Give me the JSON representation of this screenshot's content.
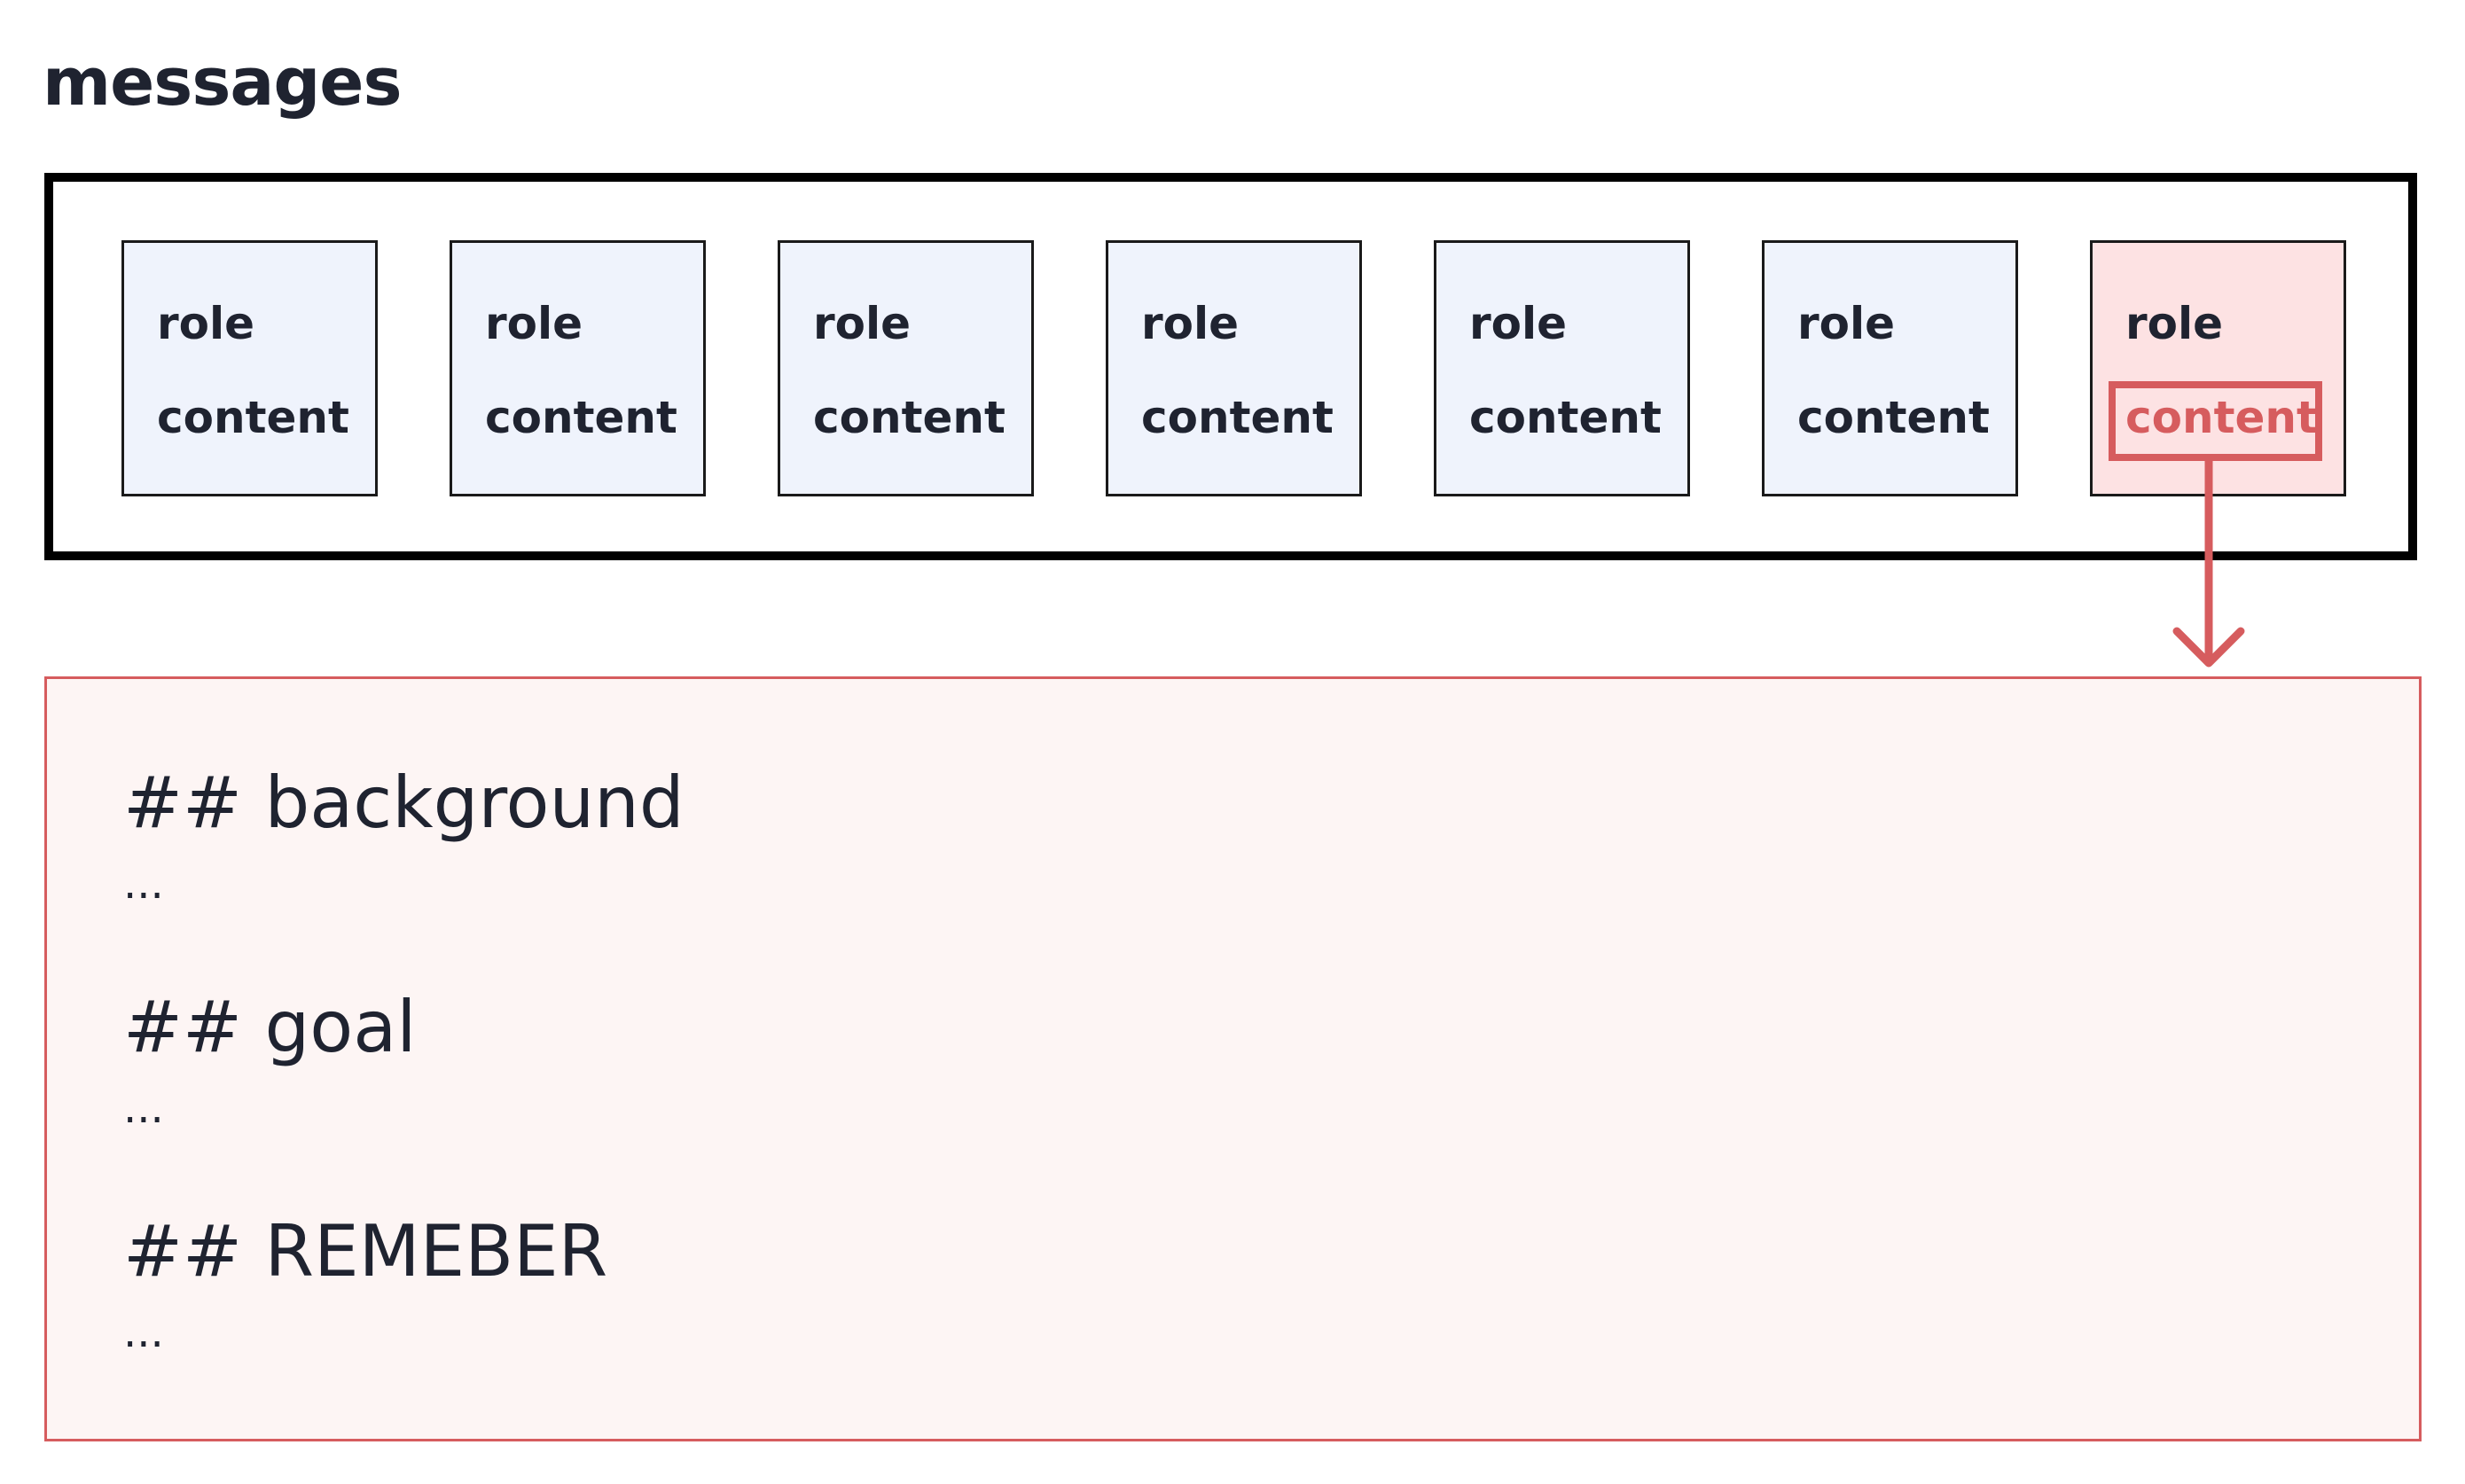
{
  "title": "messages",
  "messages": [
    {
      "role": "role",
      "content": "content"
    },
    {
      "role": "role",
      "content": "content"
    },
    {
      "role": "role",
      "content": "content"
    },
    {
      "role": "role",
      "content": "content"
    },
    {
      "role": "role",
      "content": "content"
    },
    {
      "role": "role",
      "content": "content"
    },
    {
      "role": "role",
      "content": "content"
    }
  ],
  "detail": {
    "sections": [
      {
        "heading": "## background",
        "body": "..."
      },
      {
        "heading": "## goal",
        "body": "..."
      },
      {
        "heading": "## REMEBER",
        "body": "..."
      }
    ]
  },
  "colors": {
    "card_fill": "#eff3fc",
    "highlight_fill": "#fde2e3",
    "accent": "#d65c5e",
    "detail_fill": "#fdf5f4"
  }
}
